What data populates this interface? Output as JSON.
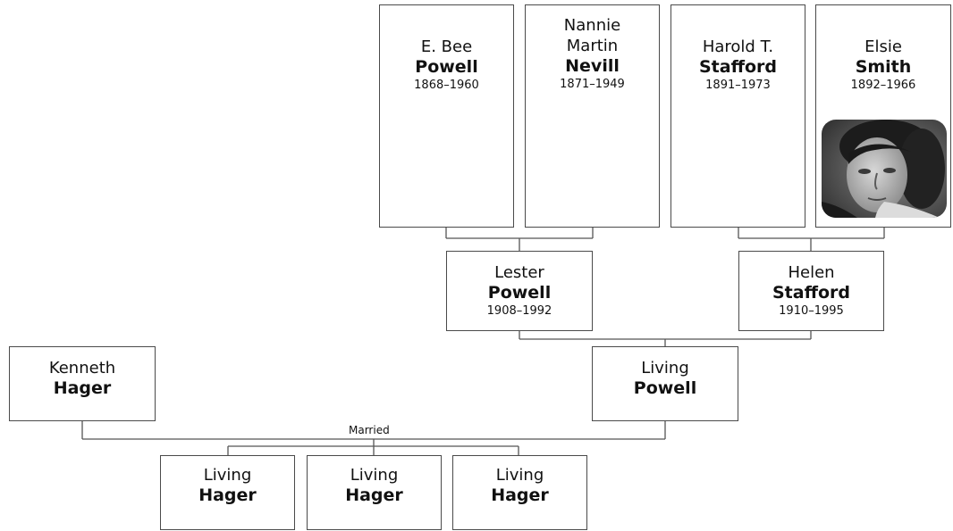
{
  "tree": {
    "married_label": "Married",
    "people": {
      "ebee_powell": {
        "given": "E. Bee",
        "surname": "Powell",
        "dates": "1868–1960"
      },
      "nannie_nevill": {
        "given": "Nannie Martin",
        "surname": "Nevill",
        "dates": "1871–1949"
      },
      "harold_stafford": {
        "given": "Harold T.",
        "surname": "Stafford",
        "dates": "1891–1973"
      },
      "elsie_smith": {
        "given": "Elsie",
        "surname": "Smith",
        "dates": "1892–1966"
      },
      "lester_powell": {
        "given": "Lester",
        "surname": "Powell",
        "dates": "1908–1992"
      },
      "helen_stafford": {
        "given": "Helen",
        "surname": "Stafford",
        "dates": "1910–1995"
      },
      "kenneth_hager": {
        "given": "Kenneth",
        "surname": "Hager"
      },
      "living_powell": {
        "given": "Living",
        "surname": "Powell"
      },
      "child1": {
        "given": "Living",
        "surname": "Hager"
      },
      "child2": {
        "given": "Living",
        "surname": "Hager"
      },
      "child3": {
        "given": "Living",
        "surname": "Hager"
      }
    }
  }
}
